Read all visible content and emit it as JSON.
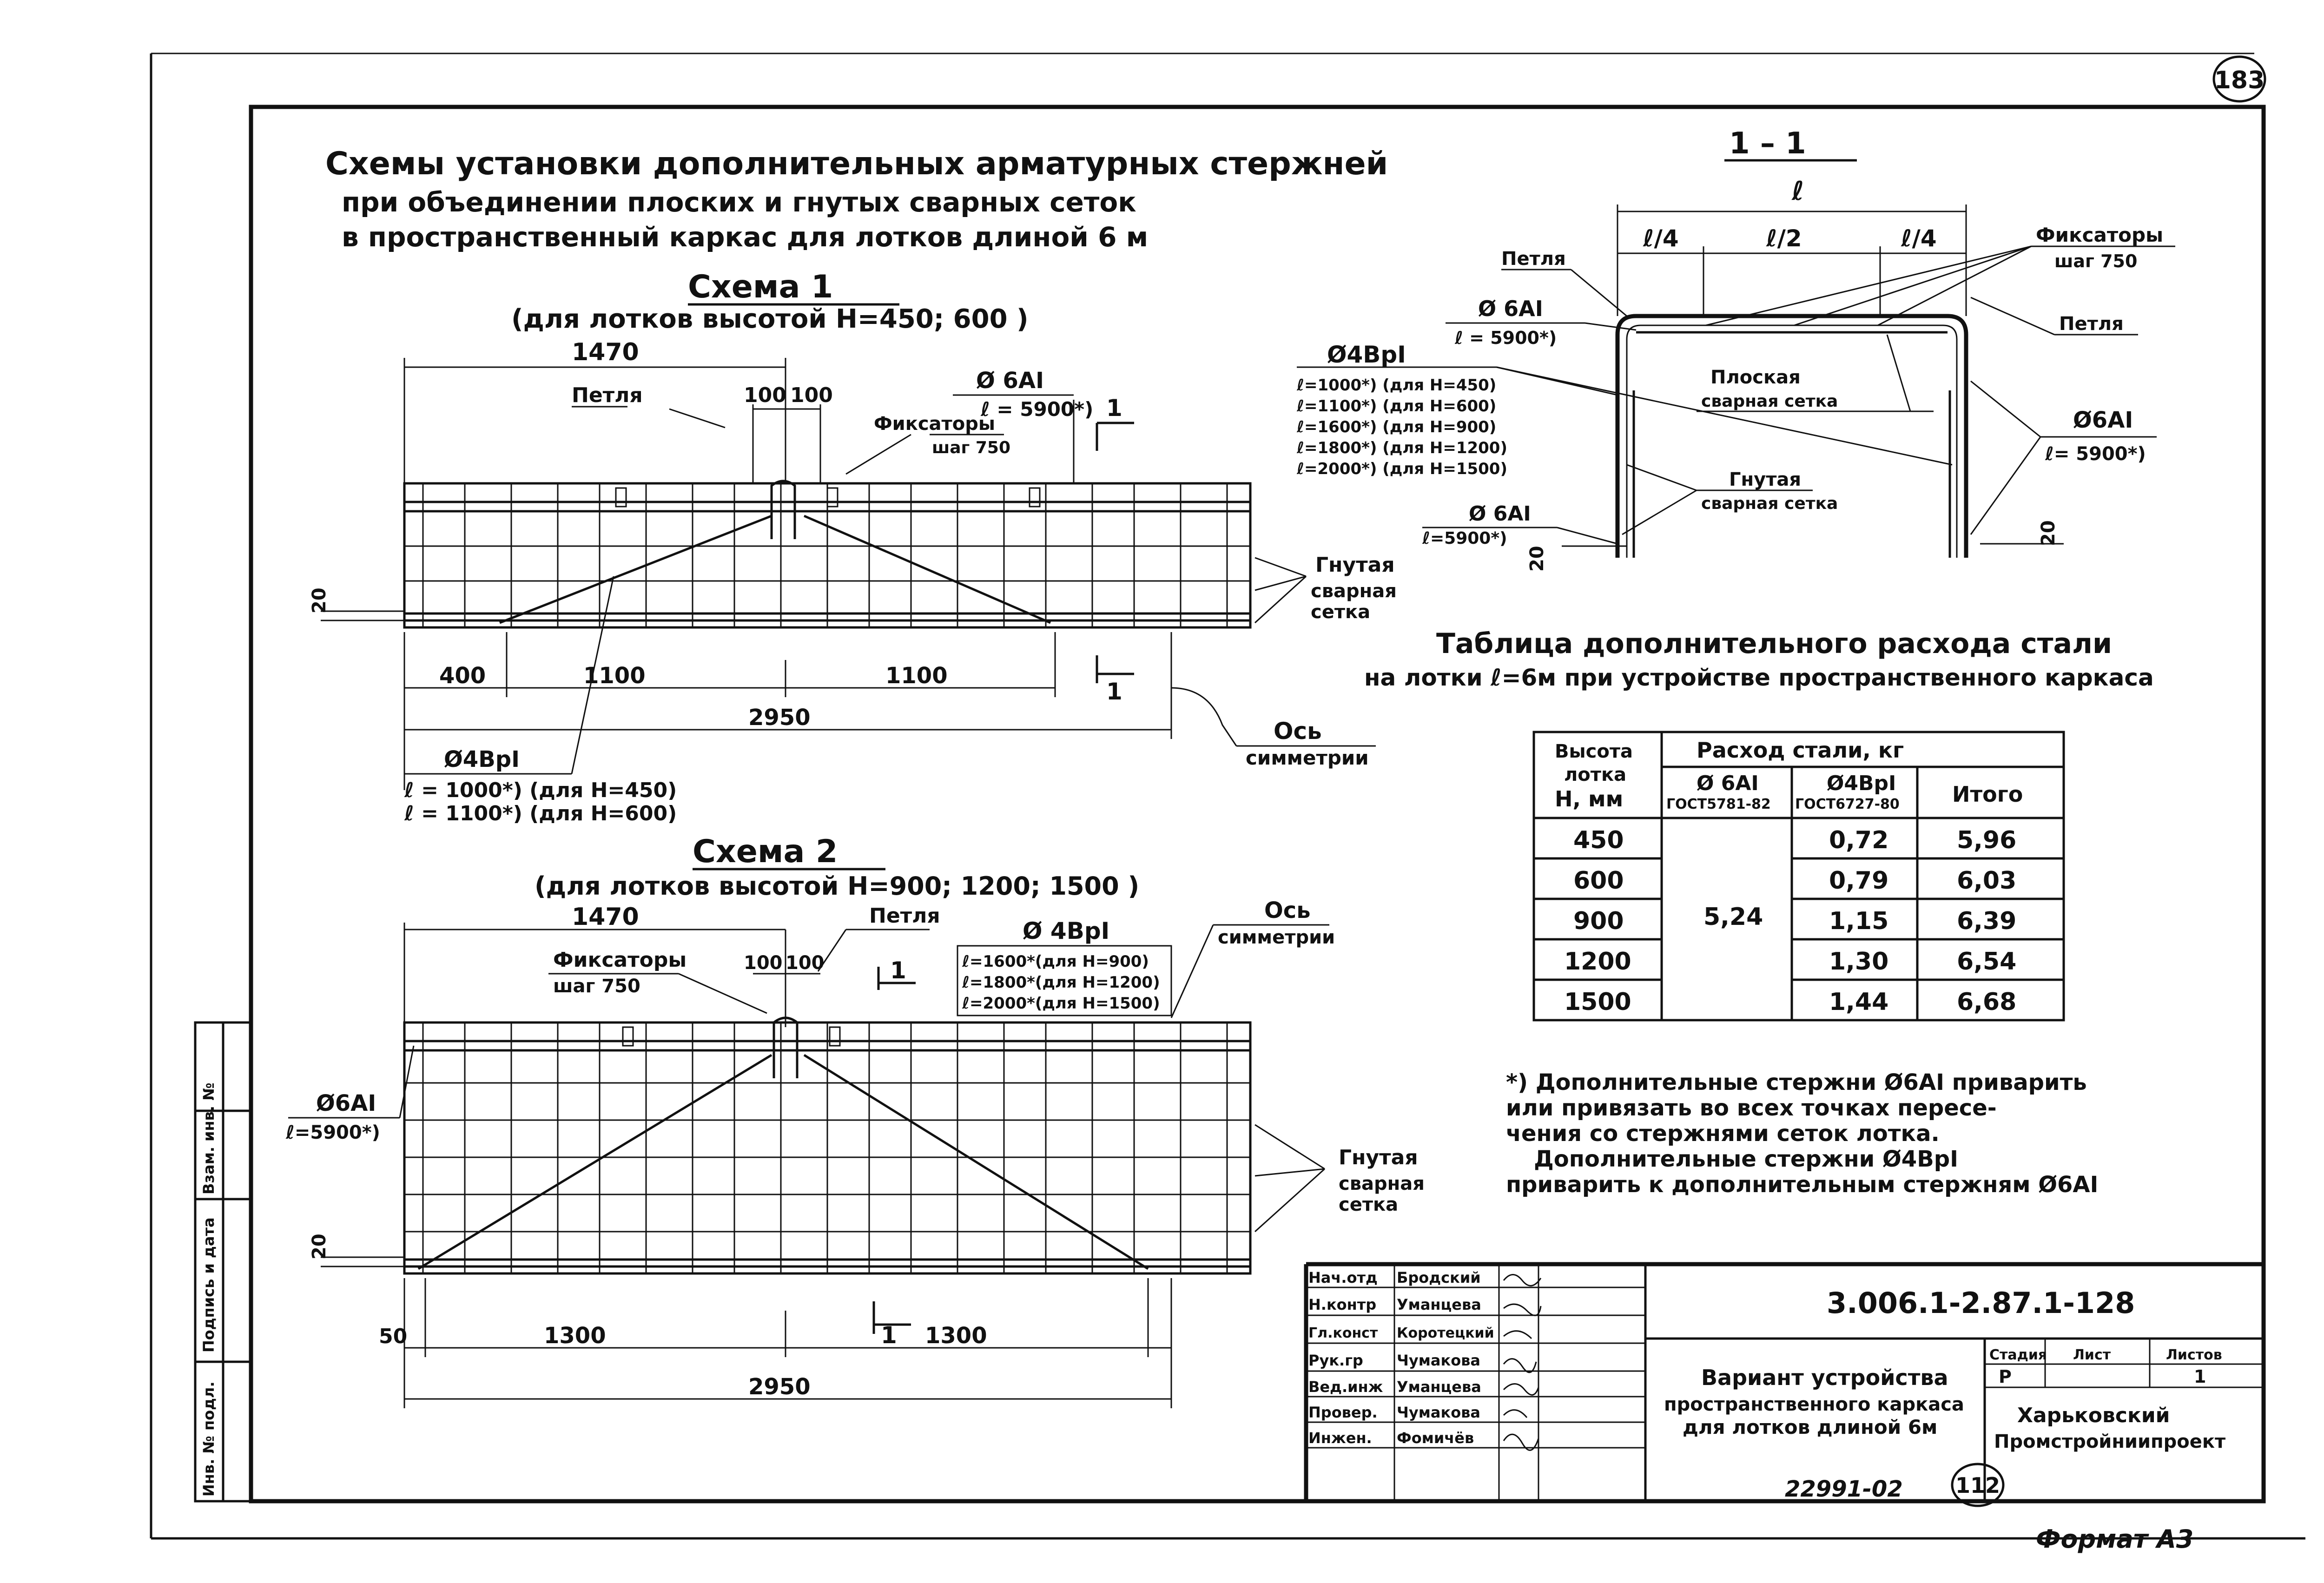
{
  "page_number": "183",
  "title": {
    "line1": "Схемы установки дополнительных арматурных стержней",
    "line2": "при объединении плоских и гнутых сварных сеток",
    "line3": "в пространственный каркас для лотков длиной 6 м"
  },
  "scheme1": {
    "heading": "Схема 1",
    "subheading": "(для лотков высотой Н=450; 600 )",
    "dim_1470": "1470",
    "dim_100a": "100",
    "dim_100b": "100",
    "loop": "Петля",
    "rod6": "Ø 6AI",
    "rod6_len": "ℓ = 5900*)",
    "fixators": "Фиксаторы",
    "fixators_step": "шаг 750",
    "section_mark": "1",
    "bent_mesh_1": "Гнутая",
    "bent_mesh_2": "сварная",
    "bent_mesh_3": "сетка",
    "dim_20": "20",
    "dim_400": "400",
    "dim_1100a": "1100",
    "dim_1100b": "1100",
    "dim_2950": "2950",
    "axis_1": "Ось",
    "axis_2": "симметрии",
    "rod4": "Ø4BpI",
    "rod4_len1": "ℓ = 1000*) (для Н=450)",
    "rod4_len2": "ℓ = 1100*) (для Н=600)"
  },
  "scheme2": {
    "heading": "Схема 2",
    "subheading": "(для лотков высотой Н=900; 1200; 1500 )",
    "dim_1470": "1470",
    "loop": "Петля",
    "fixators": "Фиксаторы",
    "fixators_step": "шаг 750",
    "dim_100a": "100",
    "dim_100b": "100",
    "section_mark": "1",
    "rod4": "Ø 4BpI",
    "rod4_len1": "ℓ=1600*(для Н=900)",
    "rod4_len2": "ℓ=1800*(для Н=1200)",
    "rod4_len3": "ℓ=2000*(для Н=1500)",
    "axis_1": "Ось",
    "axis_2": "симметрии",
    "rod6": "Ø6AI",
    "rod6_len": "ℓ=5900*)",
    "bent_mesh_1": "Гнутая",
    "bent_mesh_2": "сварная",
    "bent_mesh_3": "сетка",
    "dim_20": "20",
    "dim_50": "50",
    "dim_1300a": "1300",
    "dim_1300b": "1300",
    "dim_2950": "2950"
  },
  "section": {
    "heading": "1 – 1",
    "dim_l": "ℓ",
    "dim_l4a": "ℓ/4",
    "dim_l2": "ℓ/2",
    "dim_l4b": "ℓ/4",
    "loop_left": "Петля",
    "loop_right": "Петля",
    "fixators": "Фиксаторы",
    "fixators_step": "шаг 750",
    "rod6_top": "Ø 6AI",
    "rod6_top_len": "ℓ = 5900*)",
    "rod4": "Ø4BpI",
    "rod4_l1": "ℓ=1000*) (для Н=450)",
    "rod4_l2": "ℓ=1100*) (для Н=600)",
    "rod4_l3": "ℓ=1600*) (для Н=900)",
    "rod4_l4": "ℓ=1800*) (для Н=1200)",
    "rod4_l5": "ℓ=2000*) (для Н=1500)",
    "flat_mesh_1": "Плоская",
    "flat_mesh_2": "сварная сетка",
    "bent_mesh_1": "Гнутая",
    "bent_mesh_2": "сварная сетка",
    "rod6_right": "Ø6AI",
    "rod6_right_len": "ℓ= 5900*)",
    "rod6_bottom": "Ø 6AI",
    "rod6_bottom_len": "ℓ=5900*)",
    "dim_small": "20"
  },
  "steel_table": {
    "title1": "Таблица дополнительного расхода стали",
    "title2": "на лотки ℓ=6м при устройстве пространственного каркаса",
    "head_height_1": "Высота",
    "head_height_2": "лотка",
    "head_height_3": "Н, мм",
    "head_steel": "Расход стали, кг",
    "head_col1": "Ø 6AI",
    "head_col1_std": "ГОСТ5781-82",
    "head_col2": "Ø4BpI",
    "head_col2_std": "ГОСТ6727-80",
    "head_total": "Итого",
    "merged_6ai": "5,24",
    "rows": [
      {
        "h": "450",
        "v4": "0,72",
        "total": "5,96"
      },
      {
        "h": "600",
        "v4": "0,79",
        "total": "6,03"
      },
      {
        "h": "900",
        "v4": "1,15",
        "total": "6,39"
      },
      {
        "h": "1200",
        "v4": "1,30",
        "total": "6,54"
      },
      {
        "h": "1500",
        "v4": "1,44",
        "total": "6,68"
      }
    ]
  },
  "note": {
    "l1": "*) Дополнительные стержни Ø6AI приварить",
    "l2": "или привязать во всех точках пересе-",
    "l3": "чения со стержнями сеток лотка.",
    "l4": "Дополнительные стержни Ø4BpI",
    "l5": "приварить к дополнительным стержням Ø6AI"
  },
  "side_stamp": {
    "c1": "Инв. № подл.",
    "c2": "Подпись и дата",
    "c3": "Взам. инв. №"
  },
  "title_block": {
    "code": "3.006.1-2.87.1-128",
    "staff": [
      {
        "role": "Нач.отд",
        "name": "Бродский"
      },
      {
        "role": "Н.контр",
        "name": "Уманцева"
      },
      {
        "role": "Гл.конст",
        "name": "Коротецкий"
      },
      {
        "role": "Рук.гр",
        "name": "Чумакова"
      },
      {
        "role": "Вед.инж",
        "name": "Уманцева"
      },
      {
        "role": "Провер.",
        "name": "Чумакова"
      },
      {
        "role": "Инжен.",
        "name": "Фомичёв"
      }
    ],
    "desc1": "Вариант устройства",
    "desc2": "пространственного каркаса",
    "desc3": "для лотков длиной 6м",
    "stage_h": "Стадия",
    "sheet_h": "Лист",
    "sheets_h": "Листов",
    "stage": "Р",
    "sheets": "1",
    "org1": "Харьковский",
    "org2": "Промстройниипроект"
  },
  "bottom": {
    "order": "22991-02",
    "circled": "112",
    "format": "Формат А3"
  }
}
